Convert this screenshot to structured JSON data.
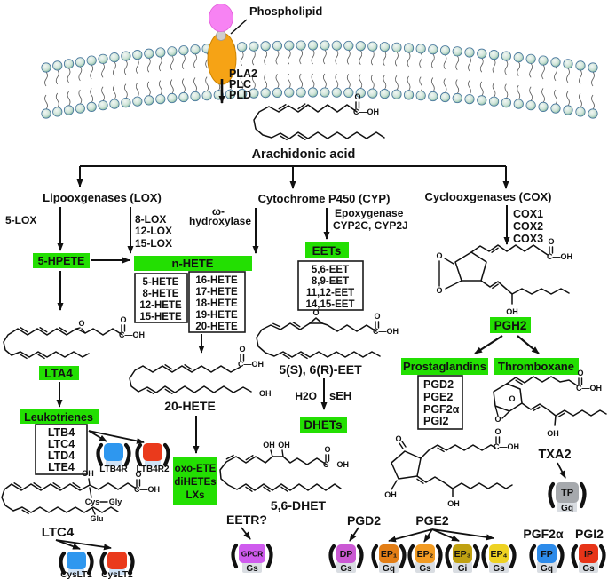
{
  "colors": {
    "green": "#23df02",
    "dark_red": "#9a2300",
    "membrane_stroke": "#46759c",
    "blue_g": "#2049d6",
    "red_g": "#e01f1f"
  },
  "membrane": {
    "label": "Phospholipid"
  },
  "release_enzymes": [
    "PLA2",
    "PLC",
    "PLD"
  ],
  "substrate": "Arachidonic acid",
  "atoms": {
    "o": "O",
    "oh": "OH",
    "c_oh": "C—OH",
    "cys": "Cys",
    "gly": "Gly",
    "glu": "Glu"
  },
  "lox": {
    "header": "Lipooxgenases (LOX)",
    "enzyme_5lox": "5-LOX",
    "enzymes": [
      "8-LOX",
      "12-LOX",
      "15-LOX"
    ],
    "hpete": "5-HPETE",
    "nhete": "n-HETE",
    "hete_list_a": [
      "5-HETE",
      "8-HETE",
      "12-HETE",
      "15-HETE"
    ],
    "hete_list_b": [
      "16-HETE",
      "17-HETE",
      "18-HETE",
      "19-HETE",
      "20-HETE"
    ],
    "lta4": "LTA4",
    "leukotrienes": "Leukotrienes",
    "lt_list": [
      "LTB4",
      "LTC4",
      "LTD4",
      "LTE4"
    ],
    "ltc4": "LTC4"
  },
  "cyp": {
    "header": "Cytochrome P450 (CYP)",
    "omega_line1": "ω-",
    "omega_line2": "hydroxylase",
    "epoxygenase_line1": "Epoxygenase",
    "epoxygenase_line2": "CYP2C, CYP2J",
    "eets": "EETs",
    "eet_list": [
      "5,6-EET",
      "8,9-EET",
      "11,12-EET",
      "14,15-EET"
    ],
    "hete20": "20-HETE",
    "oxo_lines": [
      "oxo-ETE",
      "diHETEs",
      "LXs"
    ],
    "eet56": "5(S), 6(R)-EET",
    "h2o": "H2O",
    "seh": "sEH",
    "dhets": "DHETs",
    "dhet56": "5,6-DHET",
    "eetr": "EETR?"
  },
  "cox": {
    "header": "Cyclooxgenases (COX)",
    "isoforms": [
      "COX1",
      "COX2",
      "COX3"
    ],
    "pgh2": "PGH2",
    "prostaglandins": "Prostaglandins",
    "thromboxane": "Thromboxane",
    "pg_list": [
      "PGD2",
      "PGE2",
      "PGF2α",
      "PGI2"
    ],
    "txa2": "TXA2",
    "pgd2": "PGD2",
    "pge2": "PGE2",
    "pgf2a": "PGF2α",
    "pgi2": "PGI2"
  },
  "receptors": [
    {
      "id": "ltb4r",
      "caption": "LTB4R",
      "color": "#2e97ef"
    },
    {
      "id": "ltb4r2",
      "caption": "LTB4R2",
      "color": "#ea3a1c"
    },
    {
      "id": "cyslt1",
      "caption": "CysLT1",
      "color": "#2e97ef"
    },
    {
      "id": "cyslt2",
      "caption": "CysLT2",
      "color": "#ea3a1c"
    },
    {
      "id": "gpcr",
      "inner": "GPCR",
      "color": "#cf5bee",
      "inner_color": "#111111",
      "g_label": "Gs",
      "g_color": "#111111"
    },
    {
      "id": "tp",
      "inner": "TP",
      "color": "#a6a9ad",
      "inner_color": "#111111",
      "g_label": "Gq",
      "g_color": "#2049d6"
    },
    {
      "id": "dp",
      "inner": "DP",
      "color": "#cb59d4",
      "inner_color": "#111111",
      "g_label": "Gs",
      "g_color": "#111111"
    },
    {
      "id": "ep1",
      "inner": "EP₁",
      "color": "#e37e16",
      "inner_color": "#111111",
      "g_label": "Gq",
      "g_color": "#2049d6"
    },
    {
      "id": "ep2",
      "inner": "EP₂",
      "color": "#f29b22",
      "inner_color": "#111111",
      "g_label": "Gs",
      "g_color": "#111111"
    },
    {
      "id": "ep3",
      "inner": "EP₃",
      "color": "#c0a111",
      "inner_color": "#111111",
      "g_label": "Gi",
      "g_color": "#e01f1f"
    },
    {
      "id": "ep4",
      "inner": "EP₄",
      "color": "#eed222",
      "inner_color": "#111111",
      "g_label": "Gs",
      "g_color": "#111111"
    },
    {
      "id": "fp",
      "inner": "FP",
      "color": "#2d8bea",
      "inner_color": "#ffffff",
      "g_label": "Gq",
      "g_color": "#2049d6"
    },
    {
      "id": "ip",
      "inner": "IP",
      "color": "#e73418",
      "inner_color": "#ffffff",
      "g_label": "Gs",
      "g_color": "#111111"
    }
  ]
}
